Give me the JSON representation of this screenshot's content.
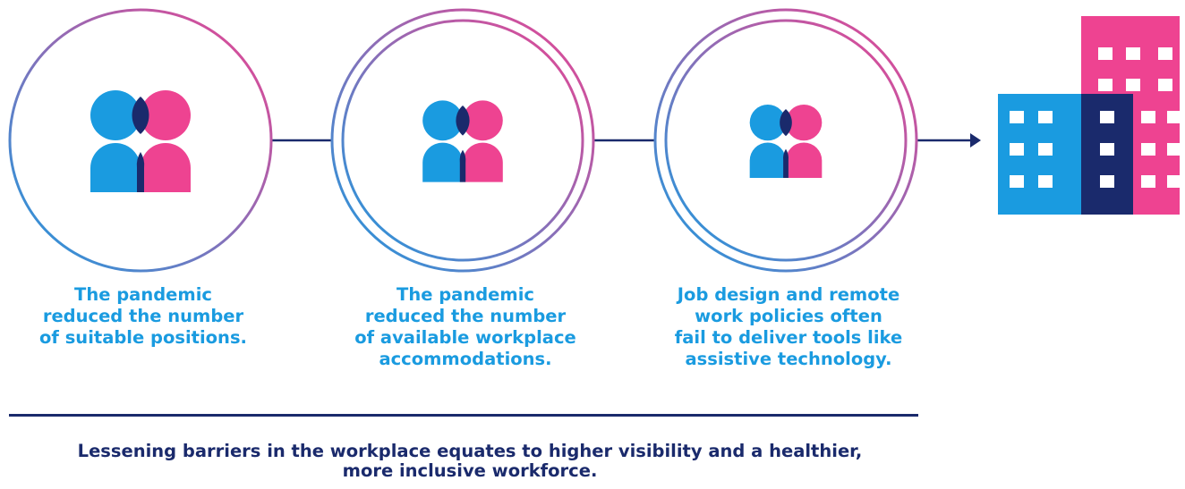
{
  "steps": [
    {
      "caption_lines": [
        "The pandemic",
        "reduced the number",
        "of suitable positions."
      ],
      "icon": "two-people-icon",
      "rings": 1
    },
    {
      "caption_lines": [
        "The pandemic",
        "reduced the number",
        "of available workplace",
        "accommodations."
      ],
      "icon": "two-people-icon",
      "rings": 2
    },
    {
      "caption_lines": [
        "Job design and remote",
        "work policies often",
        "fail to deliver tools like",
        "assistive technology."
      ],
      "icon": "two-people-icon",
      "rings": 2
    }
  ],
  "end_icon": "office-buildings-icon",
  "summary_lines": [
    "Lessening barriers in the workplace equates to higher visibility and a healthier,",
    "more inclusive workforce."
  ],
  "colors": {
    "blue": "#1a9be0",
    "pink": "#ee4391",
    "navy": "#1a2a6c",
    "ring_gradient_start": "#ee4391",
    "ring_gradient_end": "#1a9be0"
  }
}
